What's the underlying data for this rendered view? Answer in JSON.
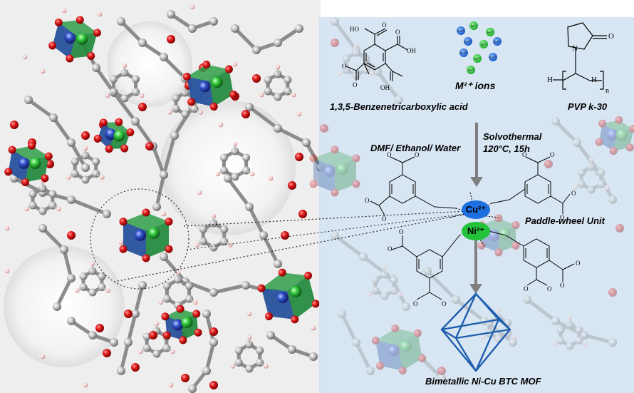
{
  "labels": {
    "acid_name": "1,3,5-Benzenetricarboxylic acid",
    "ions": "M²⁺ ions",
    "pvp": "PVP k-30",
    "solvents": "DMF/ Ethanol/ Water",
    "condition_1": "Solvothermal",
    "condition_2": "120°C, 15h",
    "paddle_wheel": "Paddle-wheel Unit",
    "product": "Bimetallic Ni-Cu BTC MOF"
  },
  "metals": {
    "cu": "Cu²⁺",
    "ni": "Ni²⁺"
  },
  "chem_text": {
    "oh": "OH",
    "ho": "HO",
    "o": "O",
    "n": "N",
    "h": "H",
    "sub_n": "n"
  },
  "ion_cluster": [
    "Cu²⁺",
    "Ni²⁺",
    "Ni²⁺",
    "Cu²⁺",
    "Ni²⁺",
    "Cu²⁺",
    "Cu²⁺",
    "Ni²⁺",
    "Cu²⁺",
    "Ni²⁺"
  ],
  "colors": {
    "panel_bg": "#cfe0f0",
    "cu_blue": "#1e6fe0",
    "ni_green": "#22c33a",
    "oxygen_red": "#d8191a",
    "carbon_grey": "#b4b4b4",
    "octahedron_blue": "#1f5fae",
    "arrow_grey": "#7f7f7f"
  }
}
